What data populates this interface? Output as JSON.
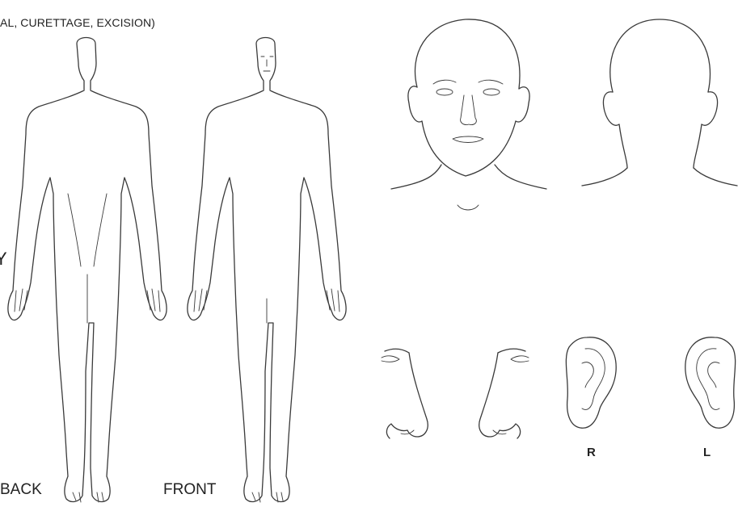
{
  "header": {
    "procedure_text": "AL, CURETTAGE, EXCISION)"
  },
  "body_views": {
    "back_label": "BACK",
    "front_label": "FRONT",
    "left_edge_mark": "Y"
  },
  "ears": {
    "right_label": "R",
    "left_label": "L"
  },
  "colors": {
    "line": "#3a3a3a",
    "text": "#222222",
    "background": "#ffffff"
  }
}
